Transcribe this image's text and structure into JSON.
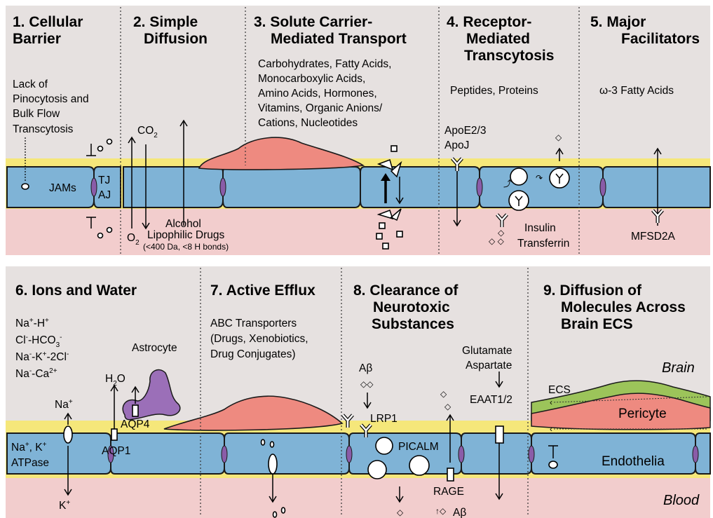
{
  "top_panels": [
    {
      "title_lines": [
        "1. Cellular",
        "Barrier"
      ],
      "desc_lines": [
        "Lack of",
        "Pinocytosis and",
        "Bulk Flow",
        "Transcytosis"
      ],
      "labels": {
        "jams": "JAMs",
        "tj": "TJ",
        "aj": "AJ"
      }
    },
    {
      "title_lines": [
        "2. Simple",
        "Diffusion"
      ],
      "labels": {
        "co2": "CO",
        "co2_sub": "2",
        "o2": "O",
        "o2_sub": "2",
        "alcohol": "Alcohol",
        "lipophilic": "Lipophilic Drugs",
        "limits": "(<400 Da, <8 H bonds)"
      }
    },
    {
      "title_lines": [
        "3. Solute Carrier-",
        "Mediated Transport"
      ],
      "desc_lines": [
        "Carbohydrates, Fatty Acids,",
        "Monocarboxylic Acids,",
        "Amino Acids, Hormones,",
        "Vitamins, Organic Anions/",
        "Cations, Nucleotides"
      ]
    },
    {
      "title_lines": [
        "4. Receptor-",
        "Mediated",
        "Transcytosis"
      ],
      "desc_lines": [
        "Peptides, Proteins"
      ],
      "labels": {
        "apoe": "ApoE2/3",
        "apoj": "ApoJ",
        "insulin": "Insulin",
        "transferrin": "Transferrin"
      }
    },
    {
      "title_lines": [
        "5. Major",
        "Facilitators"
      ],
      "desc_lines": [
        "ω-3 Fatty Acids"
      ],
      "labels": {
        "mfsd2a": "MFSD2A"
      }
    }
  ],
  "bottom_panels": [
    {
      "title_lines": [
        "6. Ions and Water"
      ],
      "ions": [
        {
          "a": "Na",
          "a_sup": "+",
          "b": "-H",
          "b_sup": "+"
        },
        {
          "a": "Cl",
          "a_sup": "-",
          "b": "-HCO",
          "b_sub": "3",
          "b_sup": "-"
        },
        {
          "a": "Na",
          "a_sup": "-",
          "b": "-K",
          "b_sup": "+",
          "c": "-2Cl",
          "c_sup": "-"
        },
        {
          "a": "Na",
          "a_sup": "-",
          "b": "-Ca",
          "b_sup": "2+"
        }
      ],
      "labels": {
        "astrocyte": "Astrocyte",
        "h2o": "H",
        "h2o_sub": "2",
        "h2o_o": "O",
        "na": "Na",
        "na_sup": "+",
        "aqp4": "AQP4",
        "aqp1": "AQP1",
        "atpase_1": "Na",
        "atpase_1_sup": "+",
        "atpase_1b": ", K",
        "atpase_1b_sup": "+",
        "atpase_2": "ATPase",
        "k": "K",
        "k_sup": "+"
      }
    },
    {
      "title_lines": [
        "7. Active Efflux"
      ],
      "desc_lines": [
        "ABC Transporters",
        "(Drugs, Xenobiotics,",
        "Drug Conjugates)"
      ]
    },
    {
      "title_lines": [
        "8. Clearance of",
        "Neurotoxic",
        "Substances"
      ],
      "labels": {
        "abeta": "Aβ",
        "lrp1": "LRP1",
        "picalm": "PICALM",
        "rage": "RAGE",
        "abeta2": "Aβ",
        "glutamate": "Glutamate",
        "aspartate": "Aspartate",
        "eaat": "EAAT1/2"
      }
    },
    {
      "title_lines": [
        "9. Diffusion of",
        "Molecules Across",
        "Brain ECS"
      ],
      "labels": {
        "brain": "Brain",
        "ecs": "ECS",
        "pericyte": "Pericyte",
        "endothelia": "Endothelia",
        "blood": "Blood"
      }
    }
  ],
  "colors": {
    "brain_bg": "#e6e1e0",
    "blood_bg": "#f2cdcd",
    "basement": "#f5e77a",
    "endothelium": "#7fb3d6",
    "junction": "#8a5ca8",
    "pericyte": "#ee8a80",
    "astrocyte": "#9b6fb8",
    "ecs": "#9cc45a"
  }
}
